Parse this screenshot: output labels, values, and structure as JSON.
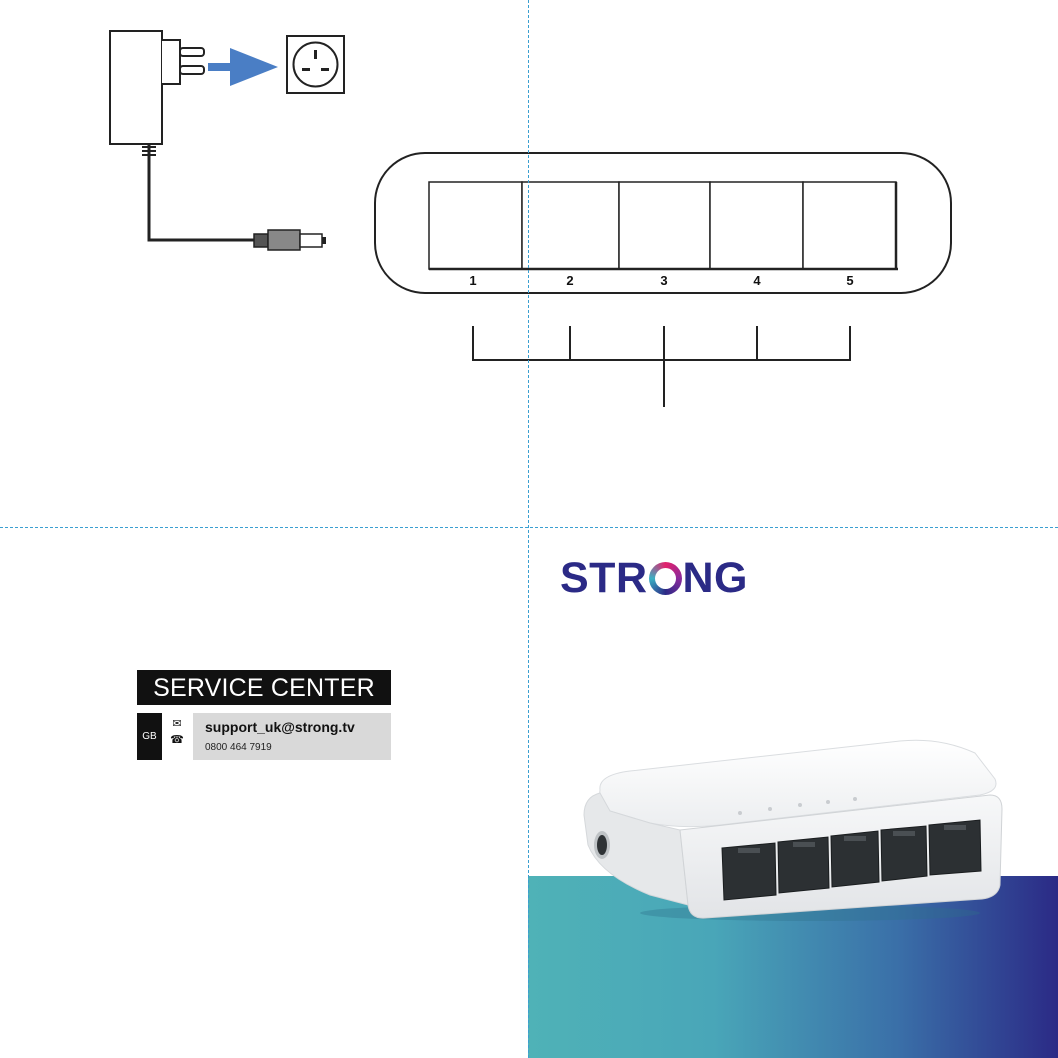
{
  "diagram": {
    "port_numbers": [
      "1",
      "2",
      "3",
      "4",
      "5"
    ]
  },
  "service_center": {
    "title": "SERVICE CENTER",
    "country": "GB",
    "email_icon": "envelope-icon",
    "phone_icon": "telephone-icon",
    "email": "support_uk@strong.tv",
    "phone": "0800 464 7919"
  },
  "brand": {
    "name_left": "STR",
    "name_right": "NG",
    "colors": {
      "primary": "#2b2a86",
      "accent": "#e4206b",
      "teal": "#4fb2b7"
    }
  },
  "colors": {
    "cut_line": "#3b9fd1",
    "arrow": "#4a7ec5"
  }
}
